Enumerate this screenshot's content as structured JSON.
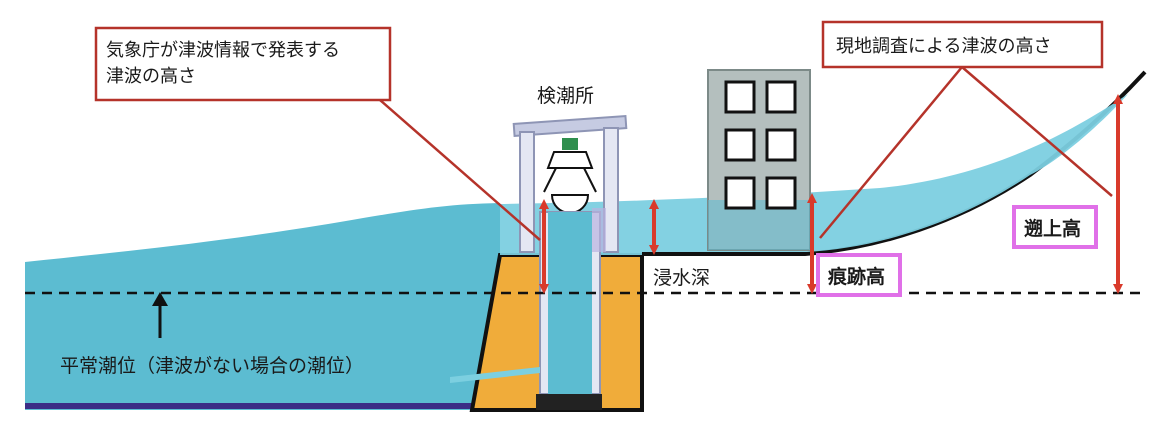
{
  "labels": {
    "jma_height": [
      "気象庁が津波情報で発表する",
      "津波の高さ"
    ],
    "survey_height": "現地調査による津波の高さ",
    "tide_station": "検潮所",
    "inundation_depth": "浸水深",
    "trace_height": "痕跡高",
    "runup_height": "遡上高",
    "normal_tide": "平常潮位（津波がない場合の潮位）"
  },
  "colors": {
    "sea": "#5cbcd1",
    "tsunami_band": "#7ccfe0",
    "land": "#f0ac3a",
    "building": "#b4bfbe",
    "arrow": "#d93a2b",
    "callout_border": "#b5332a",
    "highlight_border": "#e070e8",
    "seabed": "#3b2d86"
  }
}
